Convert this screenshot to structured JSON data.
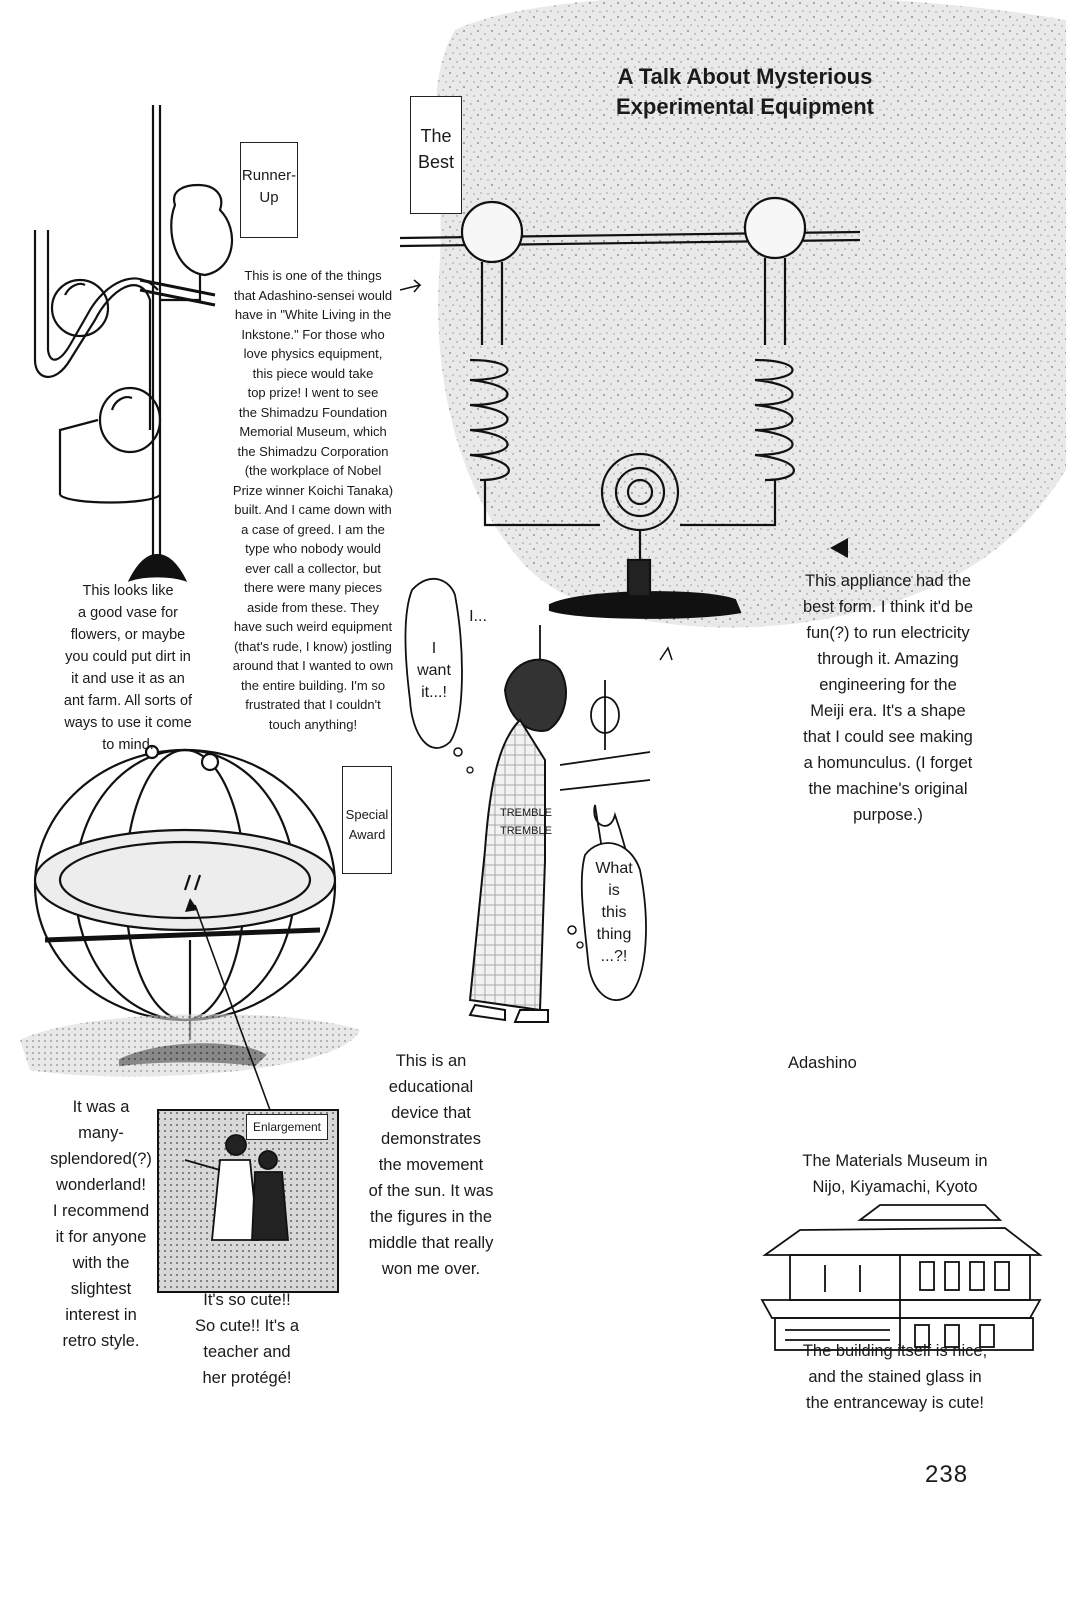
{
  "title_line1": "A Talk About Mysterious",
  "title_line2": "Experimental Equipment",
  "labels": {
    "runner_up": "Runner-\nUp",
    "best": "The\nBest",
    "special_award": "Special\nAward",
    "enlargement": "Enlargement"
  },
  "paragraphs": {
    "runner_up_desc": "This is one of the things\nthat Adashino-sensei would\nhave in \"White Living in the\nInkstone.\" For those who\nlove physics equipment,\nthis piece would take\ntop prize! I went to see\nthe Shimadzu Foundation\nMemorial Museum, which\nthe Shimadzu Corporation\n(the workplace of Nobel\nPrize winner Koichi Tanaka)\nbuilt. And I came down with\na case of greed. I am the\ntype who nobody would\never call a collector, but\nthere were many pieces\naside from these. They\nhave such weird equipment\n(that's rude, I know) jostling\naround that I wanted to own\nthe entire building. I'm so\nfrustrated that I couldn't\ntouch anything!",
    "vase_desc": "This looks like\na good vase for\nflowers, or maybe\nyou could put dirt in\nit and use it as an\nant farm. All sorts of\nways to use it come\nto mind.",
    "best_desc": "This appliance had the\nbest form. I think it'd be\nfun(?) to run electricity\nthrough it. Amazing\nengineering for the\nMeiji era. It's a shape\nthat I could see making\na homunculus. (I forget\nthe machine's original\npurpose.)",
    "wonderland": "It was a\nmany-\nsplendored(?)\nwonderland!\nI recommend\nit for anyone\nwith the\nslightest\ninterest in\nretro style.",
    "cute": "It's so cute!!\nSo cute!! It's a\nteacher and\nher protégé!",
    "educational": "This is an\neducational\ndevice that\ndemonstrates\nthe movement\nof the sun. It was\nthe figures in the\nmiddle that really\nwon me over.",
    "museum": "The Materials Museum in\nNijo, Kiyamachi, Kyoto",
    "building": "The building itself is nice,\nand the stained glass in\nthe entranceway is cute!"
  },
  "bubbles": {
    "want_it": "I\nwant\nit...!",
    "dots": "I...",
    "what_is": "What\nis\nthis\nthing\n...?!"
  },
  "sfx": {
    "tremble1": "TREMBLE",
    "tremble2": "TREMBLE"
  },
  "character_name": "Adashino",
  "page_number": "238"
}
